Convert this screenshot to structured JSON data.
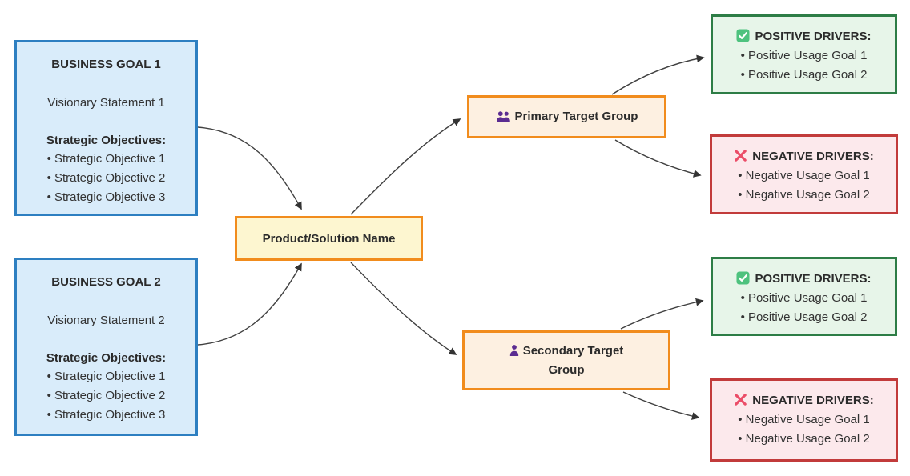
{
  "business_goals": [
    {
      "title": "BUSINESS GOAL 1",
      "vision": "Visionary Statement 1",
      "objectives_heading": "Strategic Objectives:",
      "objectives": [
        "Strategic Objective 1",
        "Strategic Objective 2",
        "Strategic Objective 3"
      ]
    },
    {
      "title": "BUSINESS GOAL 2",
      "vision": "Visionary Statement 2",
      "objectives_heading": "Strategic Objectives:",
      "objectives": [
        "Strategic Objective 1",
        "Strategic Objective 2",
        "Strategic Objective 3"
      ]
    }
  ],
  "product": {
    "label": "Product/Solution Name"
  },
  "target_groups": [
    {
      "label": "Primary Target Group",
      "icon": "users-icon"
    },
    {
      "label": "Secondary Target Group",
      "icon": "user-icon"
    }
  ],
  "drivers": [
    {
      "positive": {
        "icon": "check-icon",
        "title": "POSITIVE DRIVERS:",
        "items": [
          "Positive Usage Goal 1",
          "Positive Usage Goal 2"
        ]
      },
      "negative": {
        "icon": "cross-icon",
        "title": "NEGATIVE DRIVERS:",
        "items": [
          "Negative Usage Goal 1",
          "Negative Usage Goal 2"
        ]
      }
    },
    {
      "positive": {
        "icon": "check-icon",
        "title": "POSITIVE DRIVERS:",
        "items": [
          "Positive Usage Goal 1",
          "Positive Usage Goal 2"
        ]
      },
      "negative": {
        "icon": "cross-icon",
        "title": "NEGATIVE DRIVERS:",
        "items": [
          "Negative Usage Goal 1",
          "Negative Usage Goal 2"
        ]
      }
    }
  ],
  "edges": [
    {
      "from": "business-goal-1",
      "to": "product"
    },
    {
      "from": "business-goal-2",
      "to": "product"
    },
    {
      "from": "product",
      "to": "primary-target-group"
    },
    {
      "from": "product",
      "to": "secondary-target-group"
    },
    {
      "from": "primary-target-group",
      "to": "positive-drivers-1"
    },
    {
      "from": "primary-target-group",
      "to": "negative-drivers-1"
    },
    {
      "from": "secondary-target-group",
      "to": "positive-drivers-2"
    },
    {
      "from": "secondary-target-group",
      "to": "negative-drivers-2"
    }
  ],
  "colors": {
    "goal_fill": "#d9ecfa",
    "goal_stroke": "#2d7fc1",
    "product_fill": "#fdf6d0",
    "orange_stroke": "#f18c1d",
    "target_fill": "#fdf0e1",
    "positive_fill": "#e7f5e9",
    "positive_stroke": "#2d7d46",
    "negative_fill": "#fce9ec",
    "negative_stroke": "#c23b3b",
    "icon_purple": "#5b2c91",
    "check_green": "#4ec27e",
    "cross_pink": "#eb4d68",
    "edge_gray": "#404040",
    "text": "#333333"
  }
}
